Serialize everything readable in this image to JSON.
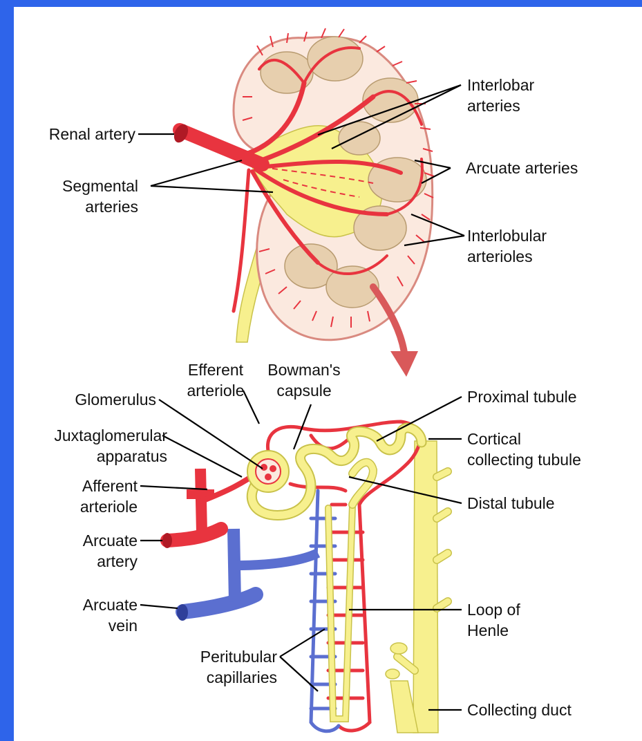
{
  "colors": {
    "frame": "#2e64ea",
    "background": "#ffffff",
    "artery": "#e8343f",
    "artery_dark": "#b01a25",
    "vein": "#5b6fd0",
    "tubule": "#f7f08e",
    "tubule_edge": "#c9c24a",
    "pyramid": "#e7cfae",
    "cortex": "#fbe9df",
    "capsule": "#d98a80",
    "arrow": "#d9595a"
  },
  "top_labels": {
    "renal_artery": "Renal artery",
    "segmental_1": "Segmental",
    "segmental_2": "arteries",
    "interlobar_1": "Interlobar",
    "interlobar_2": "arteries",
    "arcuate_arteries": "Arcuate arteries",
    "interlobular_1": "Interlobular",
    "interlobular_2": "arterioles"
  },
  "bottom_labels": {
    "efferent_1": "Efferent",
    "efferent_2": "arteriole",
    "bowman_1": "Bowman's",
    "bowman_2": "capsule",
    "glomerulus": "Glomerulus",
    "juxta_1": "Juxtaglomerular",
    "juxta_2": "apparatus",
    "afferent_1": "Afferent",
    "afferent_2": "arteriole",
    "arcuate_artery_1": "Arcuate",
    "arcuate_artery_2": "artery",
    "arcuate_vein_1": "Arcuate",
    "arcuate_vein_2": "vein",
    "peritubular_1": "Peritubular",
    "peritubular_2": "capillaries",
    "proximal": "Proximal tubule",
    "cortical_1": "Cortical",
    "cortical_2": "collecting tubule",
    "distal": "Distal tubule",
    "loop_1": "Loop of",
    "loop_2": "Henle",
    "collecting_duct": "Collecting duct"
  }
}
